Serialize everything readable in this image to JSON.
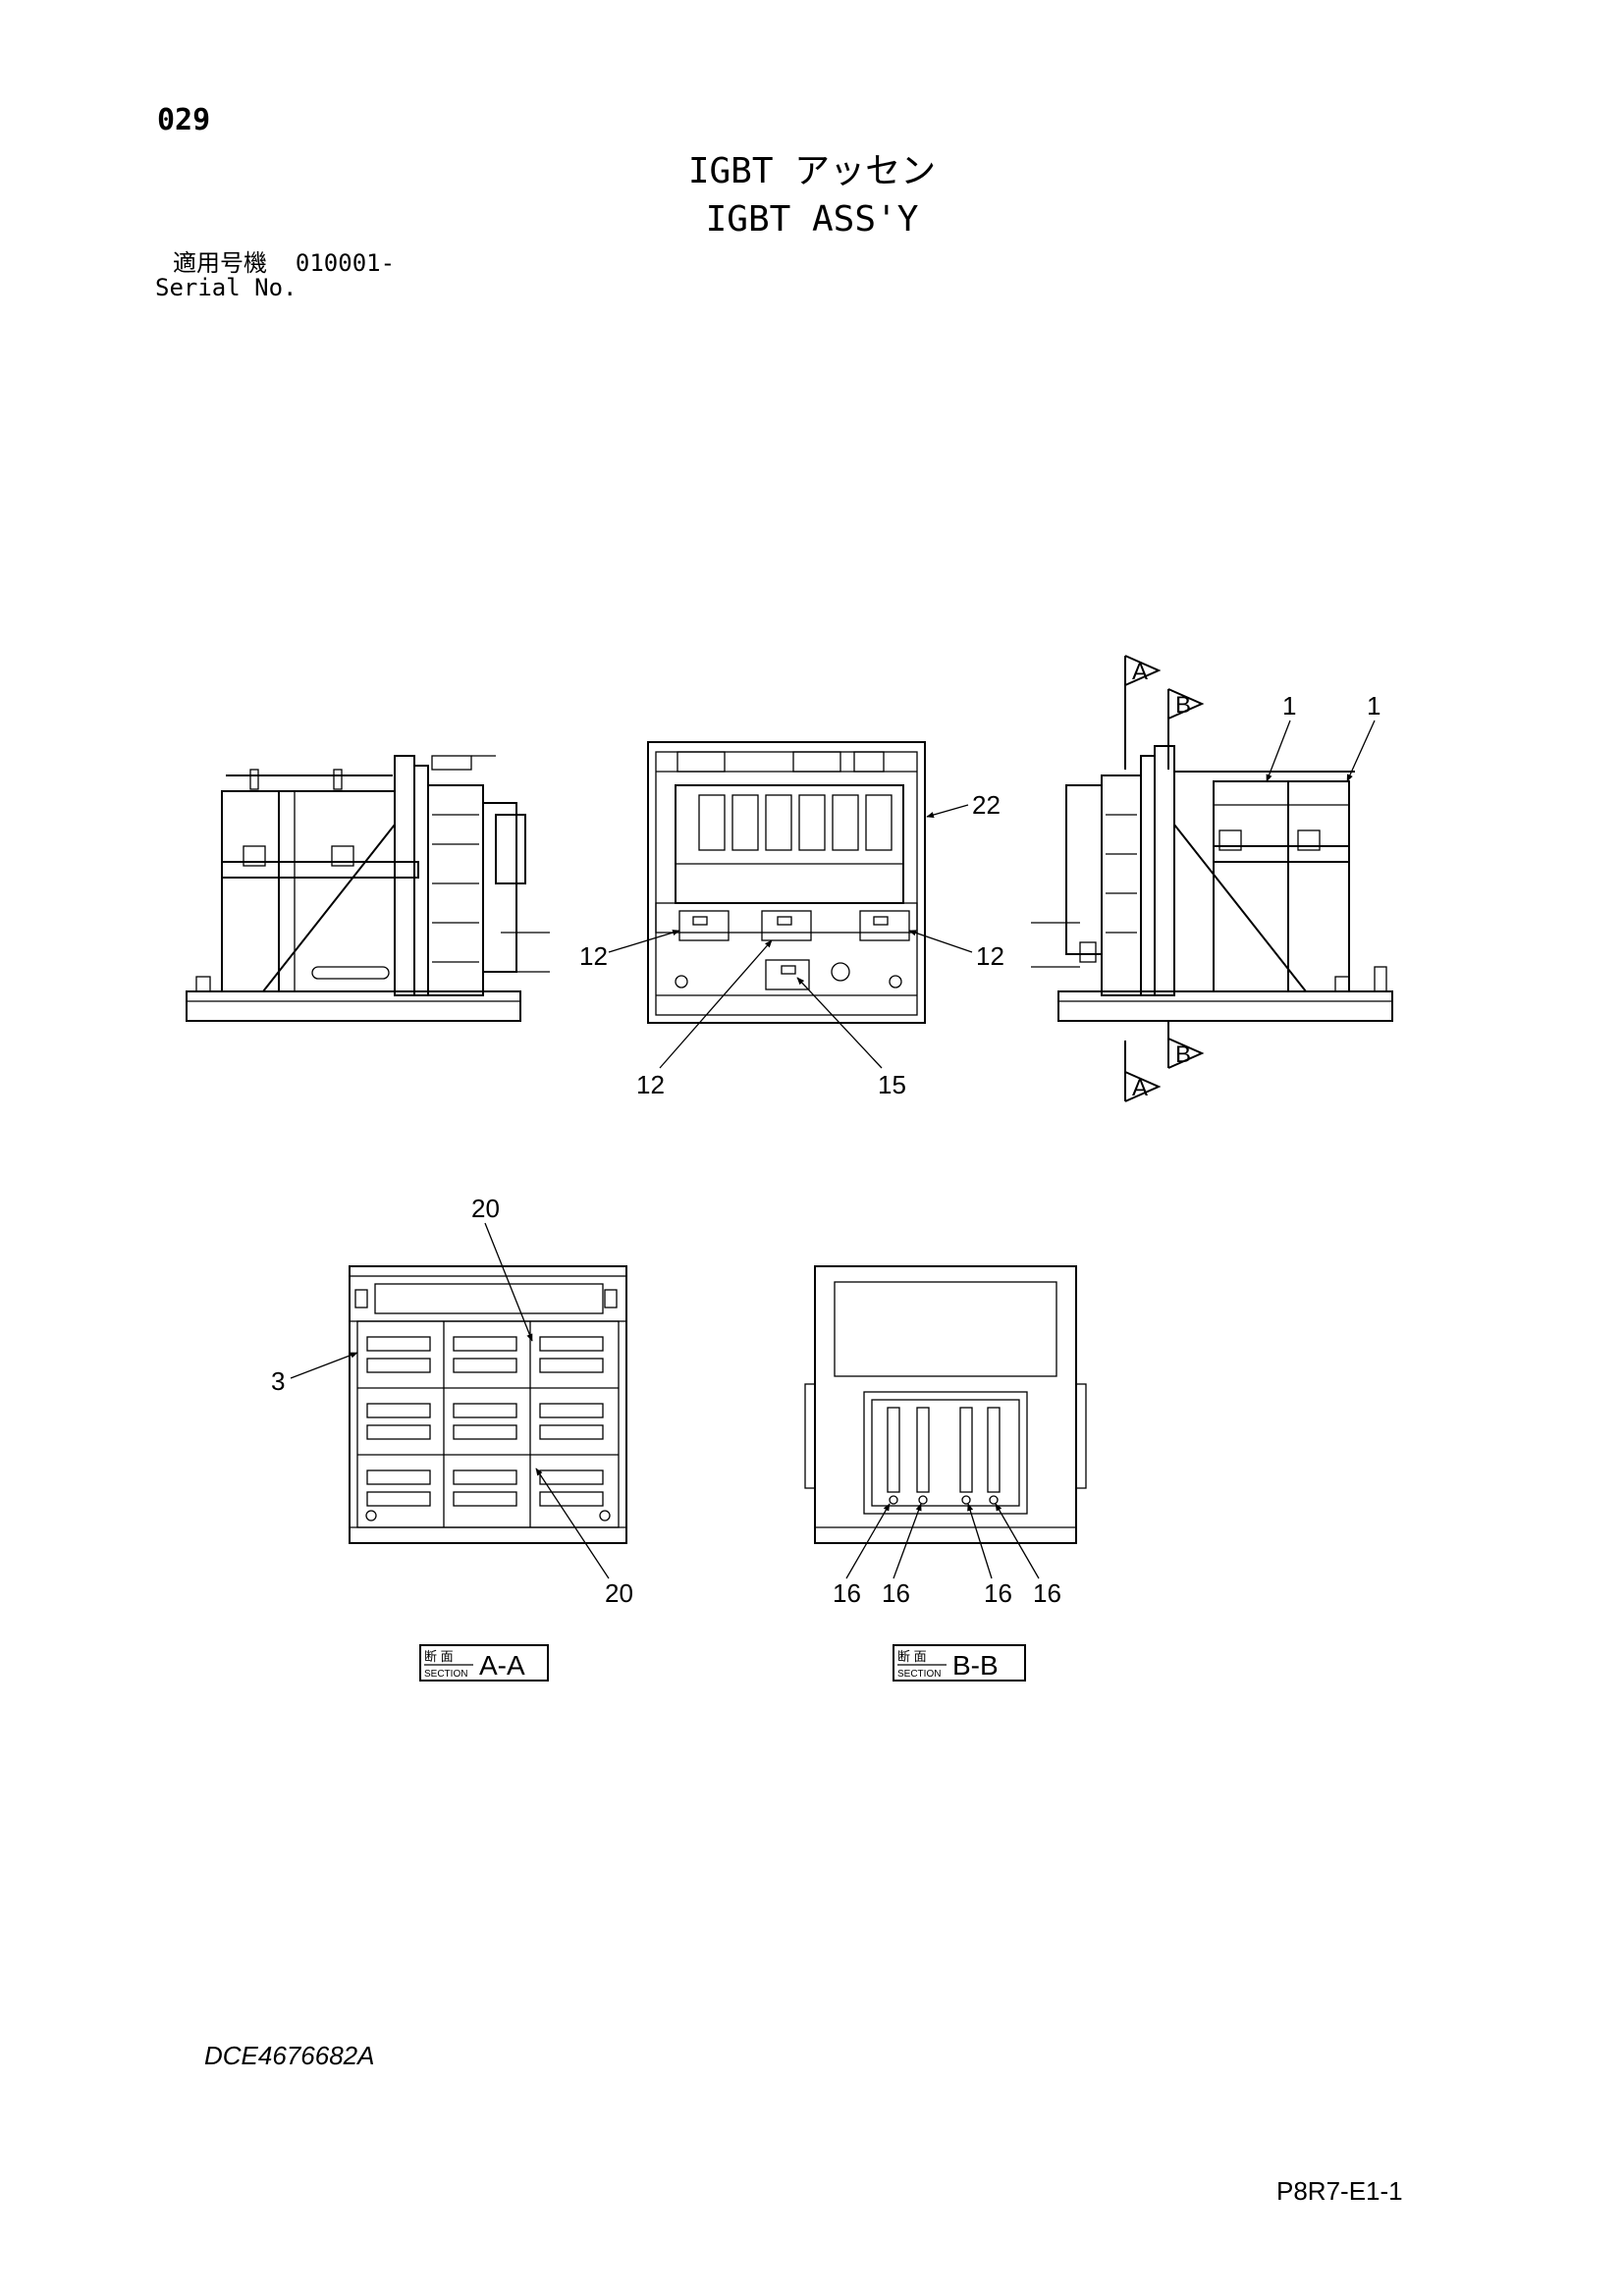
{
  "header": {
    "page_number": "029",
    "title_jp": "IGBT アッセン",
    "title_en": "IGBT ASS'Y",
    "serial_label_jp": "適用号機",
    "serial_value": "010001-",
    "serial_label_en": "Serial No."
  },
  "callouts": {
    "top_right_1a": "1",
    "top_right_1b": "1",
    "center_22": "22",
    "center_12_left": "12",
    "center_12_right": "12",
    "center_12_bottom": "12",
    "center_15": "15",
    "section_aa_20_top": "20",
    "section_aa_20_bottom": "20",
    "section_aa_3": "3",
    "section_bb_16_1": "16",
    "section_bb_16_2": "16",
    "section_bb_16_3": "16",
    "section_bb_16_4": "16"
  },
  "view_markers": {
    "a_top": "A",
    "b_top": "B",
    "b_bottom": "B",
    "a_bottom": "A"
  },
  "sections": {
    "aa": {
      "kanji": "断 面",
      "section_word": "SECTION",
      "letters": "A-A"
    },
    "bb": {
      "kanji": "断 面",
      "section_word": "SECTION",
      "letters": "B-B"
    }
  },
  "footer": {
    "document_code": "DCE4676682A",
    "sheet_reference": "P8R7-E1-1"
  }
}
